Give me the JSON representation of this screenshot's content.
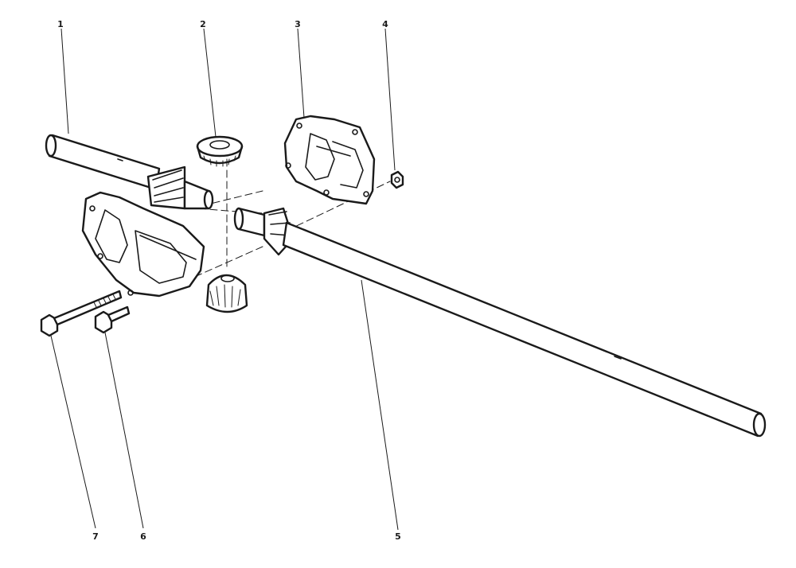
{
  "callouts": [
    {
      "id": "1",
      "label": "1"
    },
    {
      "id": "2",
      "label": "2"
    },
    {
      "id": "3",
      "label": "3"
    },
    {
      "id": "4",
      "label": "4"
    },
    {
      "id": "5",
      "label": "5"
    },
    {
      "id": "6",
      "label": "6"
    },
    {
      "id": "7",
      "label": "7"
    }
  ],
  "colors": {
    "ink": "#1a1a1a",
    "paper": "#ffffff"
  }
}
